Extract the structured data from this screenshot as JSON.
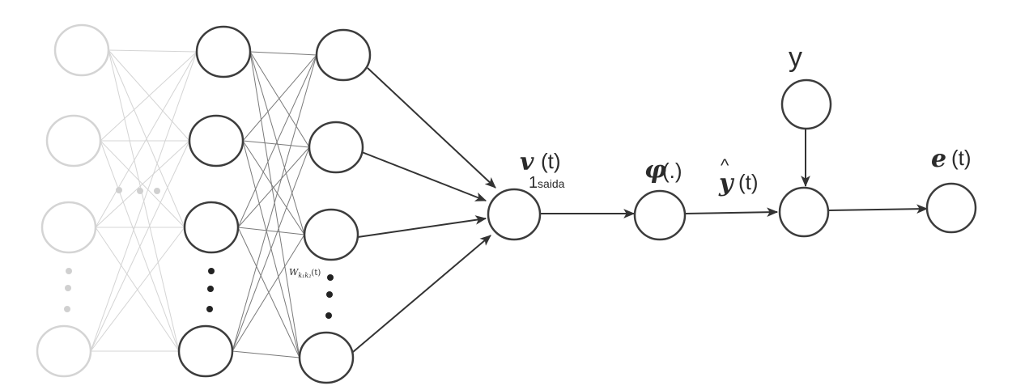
{
  "diagram": {
    "title": "",
    "labels": {
      "weight": "W",
      "weight_sub": "k₁k₂",
      "weight_arg": "(t)",
      "v_main": "v",
      "v_sub1": "1",
      "v_sub2": "saida",
      "v_arg": "(t)",
      "phi": "φ",
      "phi_arg": "(.)",
      "yhat": "y",
      "yhat_hat": "^",
      "yhat_arg": "(t)",
      "target": "y",
      "error": "e",
      "error_arg": "(t)"
    },
    "layers": [
      {
        "name": "input-layer",
        "faded": true,
        "nodes": 4
      },
      {
        "name": "hidden-layer-1",
        "faded": false,
        "nodes": 4
      },
      {
        "name": "hidden-layer-2",
        "faded": false,
        "nodes": 4
      }
    ],
    "pipeline_nodes": [
      "output-sum-node",
      "activation-node",
      "comparator-node",
      "error-node",
      "target-node"
    ],
    "colors": {
      "faded": "#d4d4d4",
      "stroke": "#3c3c3c",
      "weights": "#7a7a7a"
    }
  }
}
